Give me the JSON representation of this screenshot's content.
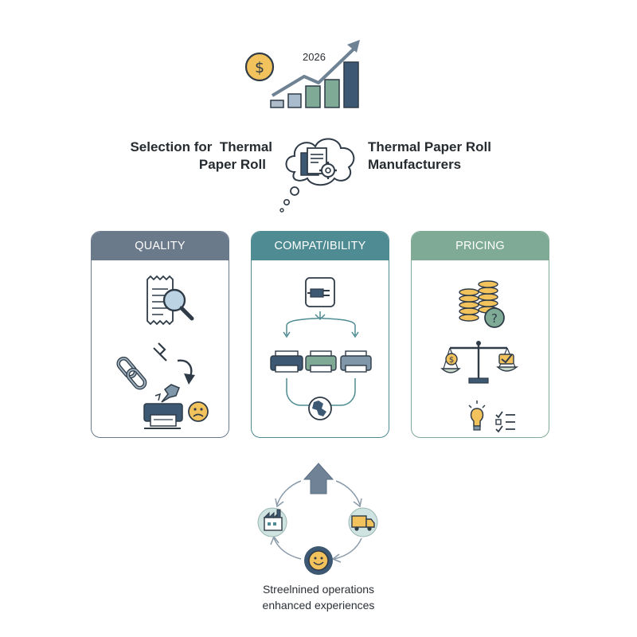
{
  "header": {
    "year": "2026",
    "left_title_line1": "Selection for  Thermal",
    "left_title_line2": "Paper Roll",
    "right_title_line1": "Thermal Paper Roll",
    "right_title_line2": "Manufacturers"
  },
  "cards": [
    {
      "label": "QUALITY",
      "color": "#6b7a8b"
    },
    {
      "label": "COMPAT/IBILITY",
      "color": "#4e8b92"
    },
    {
      "label": "PRICING",
      "color": "#7fab96"
    }
  ],
  "cycle": {
    "caption_line1": "Streelnined operations",
    "caption_line2": "enhanced experiences"
  },
  "icons": [
    "dollar-coin-icon",
    "growth-bar-chart-icon",
    "thought-cloud-icon",
    "document-gear-icon",
    "receipt-magnifier-icon",
    "broken-chain-icon",
    "broken-printer-icon",
    "sad-face-icon",
    "plug-icon",
    "printer-icon",
    "globe-icon",
    "coin-stack-icon",
    "question-icon",
    "balance-scale-icon",
    "lightbulb-icon",
    "checklist-icon",
    "up-arrow-icon",
    "factory-icon",
    "truck-icon",
    "smiley-face-icon"
  ],
  "colors": {
    "navy": "#3d5872",
    "teal": "#4e8b92",
    "green": "#7fab96",
    "gold": "#f2c25d",
    "slate": "#6b7a8b"
  }
}
